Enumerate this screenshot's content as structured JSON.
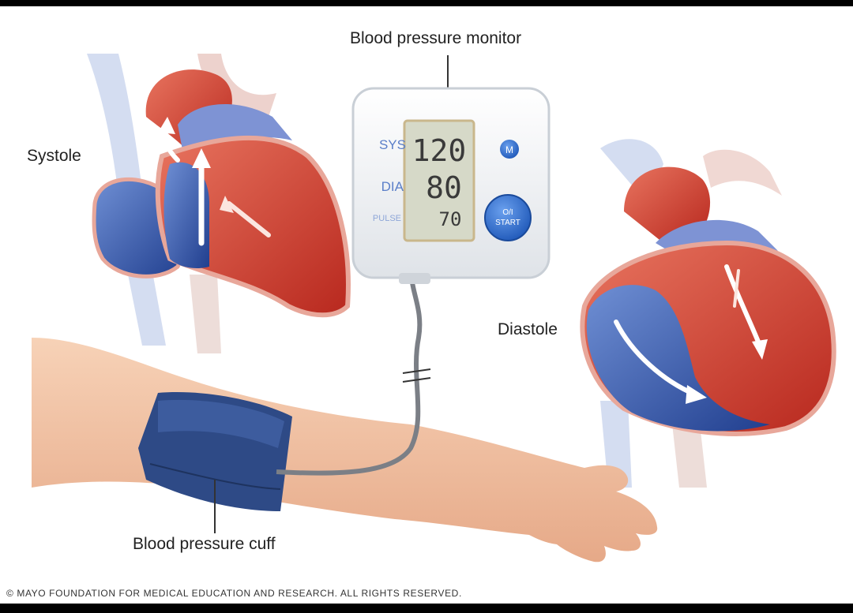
{
  "labels": {
    "monitor": "Blood pressure monitor",
    "systole": "Systole",
    "diastole": "Diastole",
    "cuff": "Blood pressure cuff"
  },
  "monitor": {
    "sys_label": "SYS",
    "dia_label": "DIA",
    "pulse_label": "PULSE",
    "sys_value": "120",
    "dia_value": "80",
    "pulse_value": "70",
    "m_button": "M",
    "start_button_line1": "O/I",
    "start_button_line2": "START"
  },
  "copyright": "© MAYO FOUNDATION FOR MEDICAL EDUCATION AND RESEARCH. ALL RIGHTS RESERVED.",
  "colors": {
    "artery_red": "#c0392b",
    "vein_blue": "#2f56a6",
    "skin": "#f2c3a3",
    "cuff_blue": "#2e4a86",
    "button_blue": "#2f6fd0",
    "lcd": "#d6d9c8"
  }
}
